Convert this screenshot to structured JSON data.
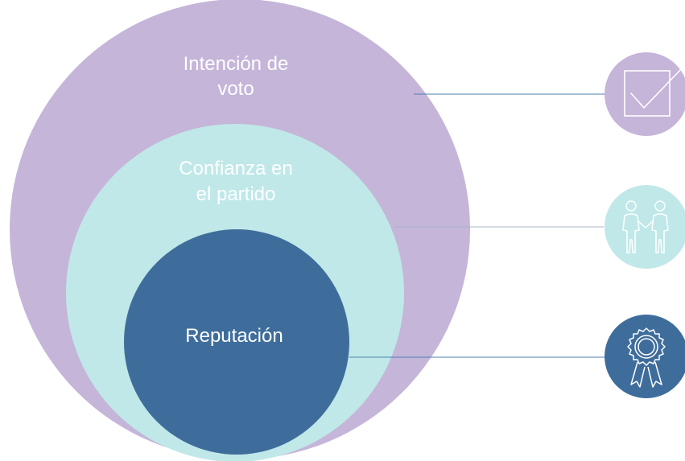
{
  "diagram": {
    "outer_label_line1": "Intención de",
    "outer_label_line2": "voto",
    "middle_label_line1": "Confianza en",
    "middle_label_line2": "el partido",
    "inner_label": "Reputación"
  },
  "colors": {
    "outer": "#c5b5d9",
    "middle": "#c0e8e8",
    "inner": "#3e6d9c",
    "outer_text": "#ffffff",
    "middle_text": "#ffffff",
    "inner_text": "#ffffff",
    "connector_outer": "#4f7fb3",
    "connector_middle": "#a9b4c4",
    "connector_inner": "#4f7fb3",
    "icon_stroke": "#ffffff"
  },
  "icons": [
    "checkbox-icon",
    "handshake-icon",
    "award-ribbon-icon"
  ]
}
